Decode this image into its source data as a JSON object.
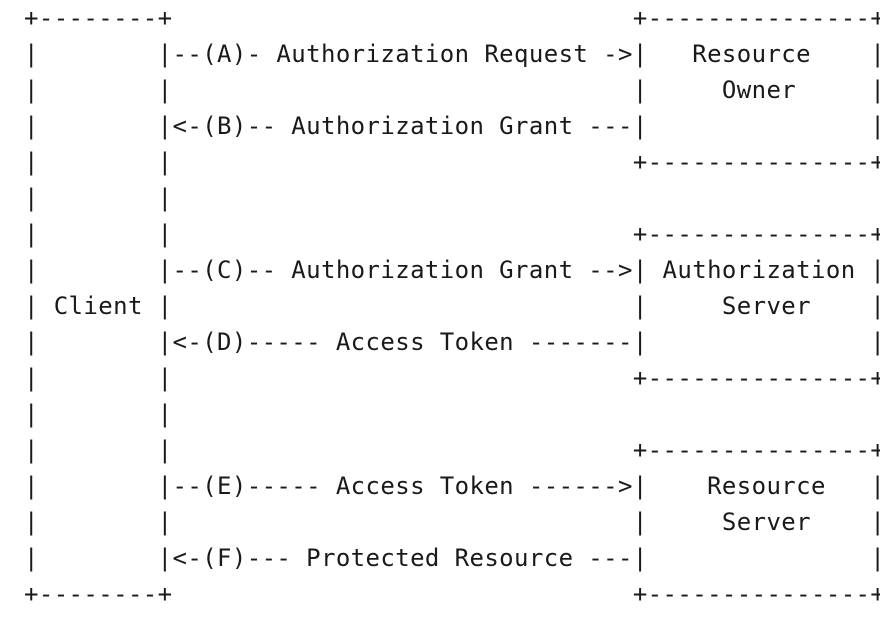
{
  "diagram": {
    "lines": [
      "+--------+                               +---------------+",
      "|        |--(A)- Authorization Request ->|   Resource    |",
      "|        |                               |     Owner     |",
      "|        |<-(B)-- Authorization Grant ---|               |",
      "|        |                               +---------------+",
      "|        |",
      "|        |                               +---------------+",
      "|        |--(C)-- Authorization Grant -->| Authorization |",
      "| Client |                               |     Server    |",
      "|        |<-(D)----- Access Token -------|               |",
      "|        |                               +---------------+",
      "|        |",
      "|        |                               +---------------+",
      "|        |--(E)----- Access Token ------>|    Resource   |",
      "|        |                               |     Server    |",
      "|        |<-(F)--- Protected Resource ---|               |",
      "+--------+                               +---------------+"
    ]
  }
}
